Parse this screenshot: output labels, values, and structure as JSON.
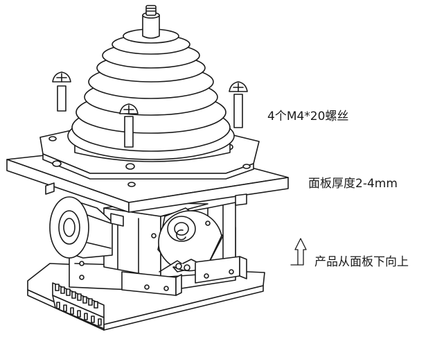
{
  "labels": {
    "screws": "4个M4*20螺丝",
    "panel_thickness": "面板厚度2-4mm",
    "mount_direction": "产品从面板下向上"
  },
  "icons": {
    "direction_arrow": "up-arrow-icon"
  },
  "colors": {
    "line": "#1a1a1a",
    "fill": "#ffffff"
  }
}
